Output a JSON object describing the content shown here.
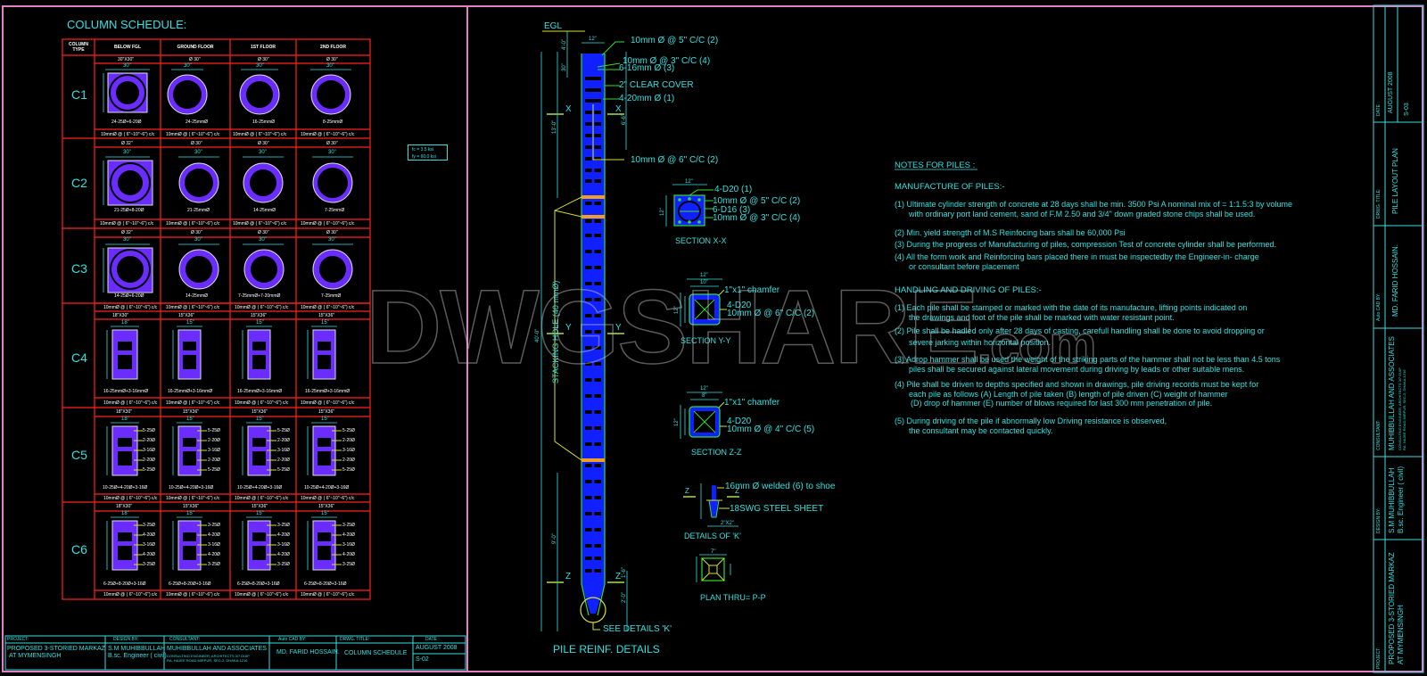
{
  "left_sheet": {
    "title": "COLUMN SCHEDULE:",
    "headers": [
      "COLUMN TYPE",
      "BELOW FGL",
      "GROUND FLOOR",
      "1ST FLOOR",
      "2ND FLOOR"
    ],
    "rows": [
      {
        "type": "C1",
        "sizes": [
          "30\"X30\"",
          "Ø 30\"",
          "Ø 30\"",
          "Ø 30\""
        ],
        "dims": [
          "30\"",
          "30\"",
          "30\"",
          "30\""
        ],
        "bars": [
          "24-25Ø+6-20Ø",
          "24-25mmØ",
          "16-25mmØ",
          "8-25mmØ"
        ],
        "ties": [
          "10mmØ @ ( 6\"~10\"~6\") c/c",
          "10mmØ @ ( 6\"~10\"~6\") c/c",
          "10mmØ @ ( 6\"~10\"~6\") c/c",
          "10mmØ @ ( 6\"~10\"~6\") c/c"
        ]
      },
      {
        "type": "C2",
        "sizes": [
          "Ø 32\"",
          "Ø 30\"",
          "Ø 30\"",
          "Ø 30\""
        ],
        "dims": [
          "30\"",
          "30\"",
          "30\"",
          "30\""
        ],
        "bars": [
          "21-25Ø+8-20Ø",
          "21-25mmØ",
          "14-25mmØ",
          "7-25mmØ"
        ],
        "ties": [
          "10mmØ @ ( 6\"~10\"~6\") c/c",
          "10mmØ @ ( 6\"~10\"~6\") c/c",
          "10mmØ @ ( 6\"~10\"~6\") c/c",
          "10mmØ @ ( 6\"~10\"~6\") c/c"
        ]
      },
      {
        "type": "C3",
        "sizes": [
          "Ø 32\"",
          "Ø 30\"",
          "Ø 30\"",
          "Ø 30\""
        ],
        "dims": [
          "30\"",
          "30\"",
          "30\"",
          "30\""
        ],
        "bars": [
          "14-25Ø+6-20Ø",
          "14-25mmØ",
          "7-25mmØ+7-20mmØ",
          "7-25mmØ"
        ],
        "ties": [
          "10mmØ @ ( 6\"~10\"~6\") c/c",
          "10mmØ @ ( 6\"~10\"~6\") c/c",
          "10mmØ @ ( 6\"~10\"~6\") c/c",
          "10mmØ @ ( 6\"~10\"~6\") c/c"
        ]
      },
      {
        "type": "C4",
        "sizes": [
          "18\"X30\"",
          "15\"X36\"",
          "15\"X36\"",
          "15\"X36\""
        ],
        "dims": [
          "18\"",
          "15\"",
          "15\"",
          "15\""
        ],
        "bars": [
          "16-25mmØ+3-16mmØ",
          "16-25mmØ+3-16mmØ",
          "16-25mmØ+3-16mmØ",
          "16-25mmØ+3-16mmØ"
        ],
        "ties": [
          "10mmØ @ ( 6\"~10\"~6\") c/c",
          "10mmØ @ ( 6\"~10\"~6\") c/c",
          "10mmØ @ ( 6\"~10\"~6\") c/c",
          "10mmØ @ ( 6\"~10\"~6\") c/c"
        ]
      },
      {
        "type": "C5",
        "sizes": [
          "18\"X30\"",
          "15\"X36\"",
          "15\"X36\"",
          "15\"X36\""
        ],
        "dims": [
          "18\"",
          "15\"",
          "15\"",
          "15\""
        ],
        "bars": [
          "10-25Ø+4-20Ø+3-16Ø",
          "10-25Ø+4-20Ø+3-16Ø",
          "10-25Ø+4-20Ø+3-16Ø",
          "10-25Ø+4-20Ø+3-16Ø"
        ],
        "callouts": [
          "5-25Ø",
          "2-20Ø",
          "3-16Ø",
          "2-20Ø",
          "5-25Ø"
        ],
        "ties": [
          "10mmØ @ ( 6\"~10\"~6\") c/c",
          "10mmØ @ ( 6\"~10\"~6\") c/c",
          "10mmØ @ ( 6\"~10\"~6\") c/c",
          "10mmØ @ ( 6\"~10\"~6\") c/c"
        ]
      },
      {
        "type": "C6",
        "sizes": [
          "18\"X30\"",
          "15\"X36\"",
          "15\"X36\"",
          "15\"X36\""
        ],
        "dims": [
          "18\"",
          "15\"",
          "15\"",
          "15\""
        ],
        "bars": [
          "6-25Ø+8-20Ø+3-16Ø",
          "6-25Ø+8-20Ø+3-16Ø",
          "6-25Ø+8-20Ø+3-16Ø",
          "6-25Ø+8-20Ø+3-16Ø"
        ],
        "callouts": [
          "3-25Ø",
          "4-20Ø",
          "3-16Ø",
          "4-20Ø",
          "3-25Ø"
        ],
        "ties": [
          "10mmØ @ ( 6\"~10\"~6\") c/c",
          "10mmØ @ ( 6\"~10\"~6\") c/c",
          "10mmØ @ ( 6\"~10\"~6\") c/c",
          "10mmØ @ ( 6\"~10\"~6\") c/c"
        ]
      }
    ],
    "stress": {
      "fc": "fc = 3.5 ksi",
      "fy": "fy = 60.0 ksi"
    },
    "title_block": {
      "project_label": "PROJECT:",
      "project_line1": "PROPOSED 3-STORIED  MARKAZ",
      "project_line2": "AT MYMENSINGH",
      "design_label": "DESIGN BY:",
      "design_line1": "S.M MUHIBBULLAH",
      "design_line2": "B.sc. Engineer ( civil)",
      "consultant_label": "CONSULTANT:",
      "consultant_name": "MUHIBBULLAH AND ASSOCIATES",
      "consultant_addr": "CONSULTING ENGINEER, ARCHITECTS 3/7 DUIP RA, HAJEE ROAD,MIRPUR, SEC-2, DHAKA-1216",
      "cad_label": "Auto CAD BY:",
      "cad_name": "MD. FARID HOSSAIN.",
      "title_label": "DRWG. TITLE:",
      "title_value": "COLUMN SCHEDULE",
      "date_label": "DATE :",
      "date_value": "AUGUST  2008",
      "sheet_no": "S-02"
    }
  },
  "right_sheet": {
    "pile": {
      "egl": "EGL",
      "labels": {
        "l1": "10mm Ø @ 5\" C/C (2)",
        "l2": "10mm Ø @ 3\" C/C (4)",
        "l3": "6-16mm Ø (3)",
        "l4": "2\" CLEAR COVER",
        "l5": "4-20mm Ø (1)",
        "l6": "10mm Ø @ 6\" C/C (2)",
        "see_k": "SEE DETAILS 'K'"
      },
      "dims": {
        "top_w": "12\"",
        "d1": "4'-0\"",
        "d2": "30\"",
        "d3": "13'-0\"",
        "d4": "6'-6\"",
        "d5": "40'-0\"",
        "d6": "9'-0\"",
        "d7": "1'-6\"",
        "d8": "2'-0\""
      },
      "stacking_hole": "STACKING HOLE (40 mmØ)",
      "markers": {
        "x": "X",
        "y": "Y",
        "z": "Z"
      },
      "title": "PILE REINF. DETAILS"
    },
    "sections": {
      "xx": {
        "title": "SECTION X-X",
        "dim_w": "12\"",
        "dim_h": "12\"",
        "lines": [
          "4-D20 (1)",
          "10mm Ø @ 5\" C/C (2)",
          "6-D16 (3)",
          "10mm Ø @ 3\" C/C (4)"
        ]
      },
      "yy": {
        "title": "SECTION Y-Y",
        "dim_w1": "12\"",
        "dim_w2": "10\"",
        "dim_h": "12\"",
        "chamfer": "1\"x1\" chamfer",
        "lines": [
          "4-D20",
          "10mm Ø @ 6\" C/C (2)"
        ]
      },
      "zz": {
        "title": "SECTION Z-Z",
        "dim_w1": "12\"",
        "dim_w2": "8\"",
        "dim_h": "12\"",
        "chamfer": "1\"x1\" chamfer",
        "lines": [
          "4-D20",
          "10mm Ø @ 4\" C/C (5)"
        ]
      },
      "k": {
        "title": "DETAILS  OF 'K'",
        "weld": "16mm Ø welded (6) to shoe",
        "sheet": "18SWG STEEL SHEET",
        "dim": "2\"X2\""
      },
      "pp": {
        "title": "PLAN THRU= P-P",
        "dim": "7\""
      }
    },
    "notes": {
      "title": "NOTES FOR PILES :",
      "manufacture_title": "MANUFACTURE OF PILES:-",
      "manufacture": [
        {
          "num": "(1)",
          "lines": [
            "Ultimate cylinder strength of concrete at 28 days shall be min. 3500 Psi A nominal mix of = 1:1.5:3 by volume",
            "with ordinary port land cement, sand of F.M  2.50 and 3/4\" down graded stone chips shall be used."
          ]
        },
        {
          "num": "(2)",
          "lines": [
            "Min. yield strength of M.S Reinfocing bars shall be 60,000 Psi"
          ]
        },
        {
          "num": "(3)",
          "lines": [
            "During the progress of Manufacturing of piles, compression Test of concrete cylinder shall be performed."
          ]
        },
        {
          "num": "(4)",
          "lines": [
            "All the form work and Reinforcing bars placed there in must be inspectedby the Engineer-in- charge",
            "or consultant before placement"
          ]
        }
      ],
      "handling_title": "HANDLING AND DRIVING OF PILES:-",
      "handling": [
        {
          "num": "(1)",
          "lines": [
            "Each pile shall be stamped or marked with the date of its manufacture, lifting points indicated on",
            "the drawings and foot of the pile shall be marked with water resistant point."
          ]
        },
        {
          "num": "(2)",
          "lines": [
            "Pile shall be hadled only after 28 days of casting, carefull handling shall be done to avoid dropping or",
            "severe jarking within horizontal position."
          ]
        },
        {
          "num": "(3)",
          "lines": [
            "Adrop hammer shall be used the weight of the striking parts of the hammer shall not be less than 4.5 tons",
            "piles shall be secured against lateral movement during driving by leads or other suitable mens."
          ]
        },
        {
          "num": "(4)",
          "lines": [
            "Pile shall be driven to depths specified and shown in drawings, pile driving records must be kept for",
            "each pile as follows (A) Length of pile taken (B) length of pile driven (C) weight of hammer",
            "(D) drop of hammer  (E) number of blows required for last 300 mm penetration of pile."
          ]
        },
        {
          "num": "(5)",
          "lines": [
            "During driving of the pile if abnormally low Driving  resistance is observed,",
            "the consultant may be contacted quickly."
          ]
        }
      ]
    },
    "title_block": {
      "date_label": "DATE :",
      "date_value": "AUGUST  2008",
      "sheet_no": "S-03",
      "title_label": "DRWG. TITLE:",
      "title_value": "PILE LAYOUT PLAN",
      "cad_label": "Auto CAD BY:",
      "cad_name": "MD. FARID HOSSAIN.",
      "consultant_label": "CONSULTANT:",
      "consultant_name": "MUHIBBULLAH AND ASSOCIATES",
      "consultant_addr": "CONSULTING ENGINEER, ARCHITECTS 3/7 DUIP RA, HAJEE ROAD,MIRPUR, SEC-2, DHAKA-1216",
      "design_label": "DESIGN BY:",
      "design_line1": "S.M MUHIBBULLAH",
      "design_line2": "B.sc. Engineer ( civil)",
      "project_label": "PROJECT:",
      "project_line1": "PROPOSED 3-STORIED  MARKAZ",
      "project_line2": "AT MYMENSINGH"
    }
  },
  "watermark": {
    "main": "DWGSHARE",
    "suffix": ".com"
  },
  "colors": {
    "frame": "#e77fc8",
    "table": "#ff2020",
    "text": "#33e0e0",
    "rebar": "#6a2cff",
    "pile": "#1020ff",
    "pile_edge": "#33dd33",
    "leader": "#d8e030",
    "marker": "#f0a020"
  }
}
